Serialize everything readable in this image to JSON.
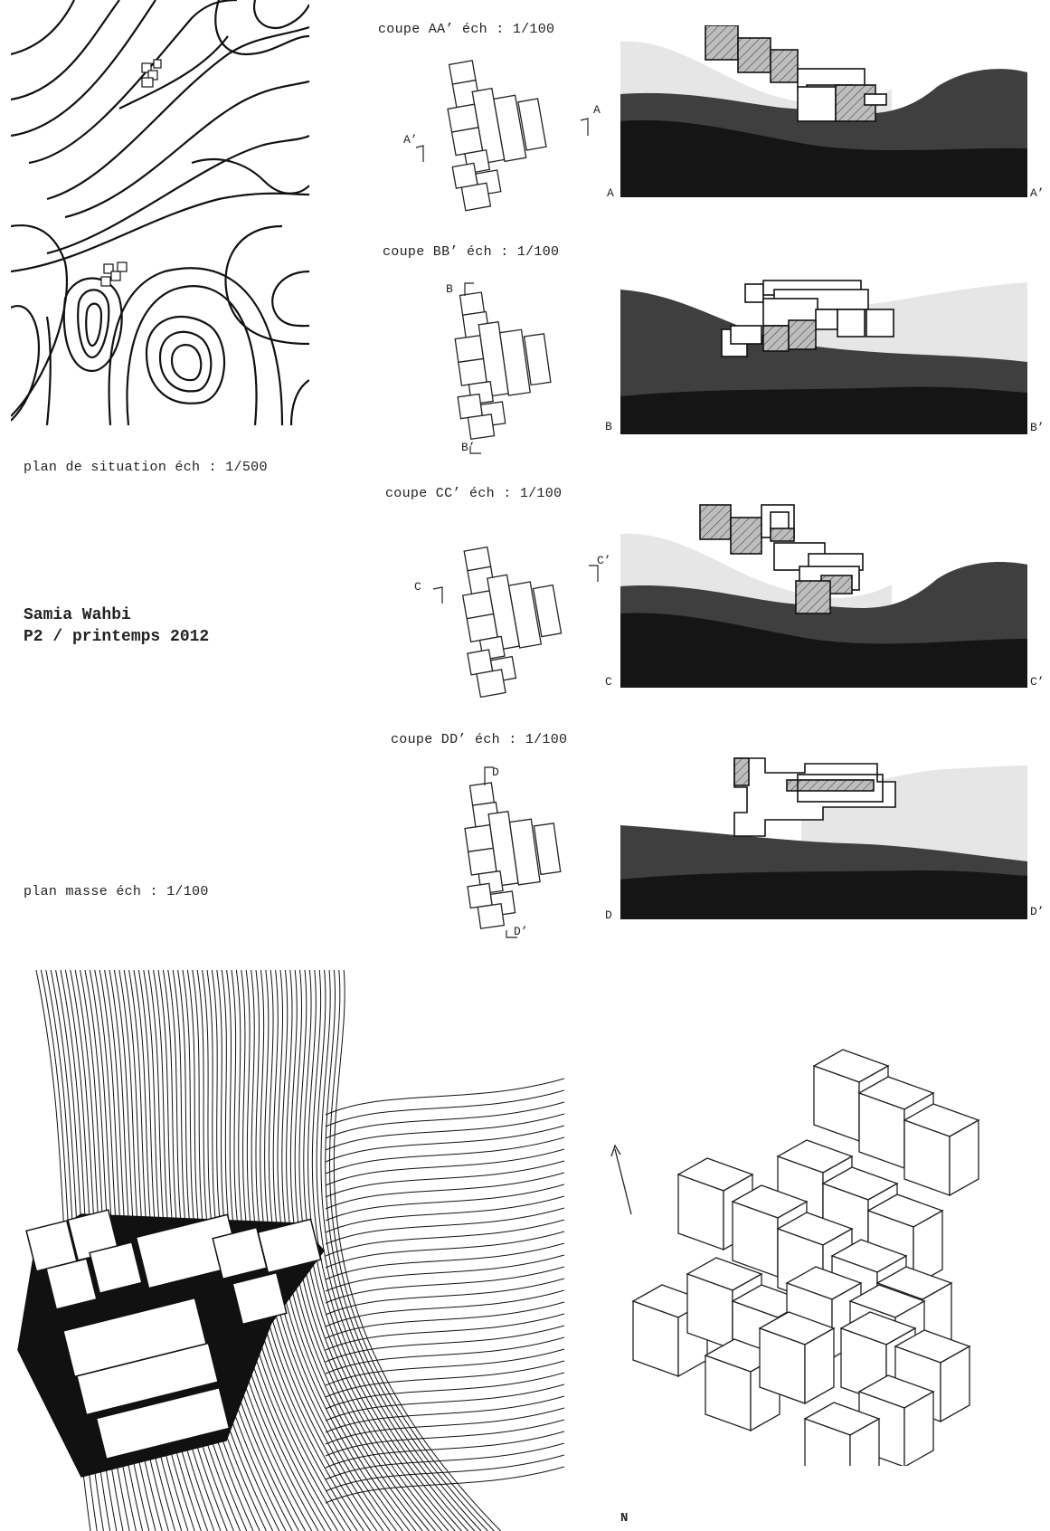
{
  "site_plan": {
    "label": "plan de situation éch : 1/500"
  },
  "author": {
    "name": "Samia Wahbi",
    "course": "P2 / printemps 2012"
  },
  "mass_plan": {
    "label": "plan masse éch : 1/100"
  },
  "sections": [
    {
      "label": "coupe AA’ éch : 1/100",
      "left": "A",
      "right": "A’"
    },
    {
      "label": "coupe BB’ éch : 1/100",
      "left": "B",
      "right": "B’"
    },
    {
      "label": "coupe CC’ éch : 1/100",
      "left": "C",
      "right": "C’"
    },
    {
      "label": "coupe DD’ éch : 1/100",
      "left": "D",
      "right": "D’"
    }
  ],
  "north": {
    "label": "N"
  },
  "colors": {
    "dark": "#151515",
    "mid": "#3f3f3f",
    "light": "#e6e6e6",
    "hatch": "#bdbdbd"
  }
}
